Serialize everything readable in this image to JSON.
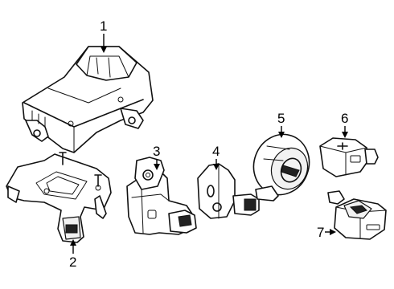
{
  "callouts": {
    "c1": "1",
    "c2": "2",
    "c3": "3",
    "c4": "4",
    "c5": "5",
    "c6": "6",
    "c7": "7"
  },
  "parts": [
    {
      "id": 1,
      "icon": "airbag-control-module-icon"
    },
    {
      "id": 2,
      "icon": "module-bracket-icon"
    },
    {
      "id": 3,
      "icon": "impact-sensor-icon"
    },
    {
      "id": 4,
      "icon": "side-sensor-icon"
    },
    {
      "id": 5,
      "icon": "clock-spring-sensor-icon"
    },
    {
      "id": 6,
      "icon": "small-sensor-icon"
    },
    {
      "id": 7,
      "icon": "occupant-sensor-icon"
    }
  ]
}
